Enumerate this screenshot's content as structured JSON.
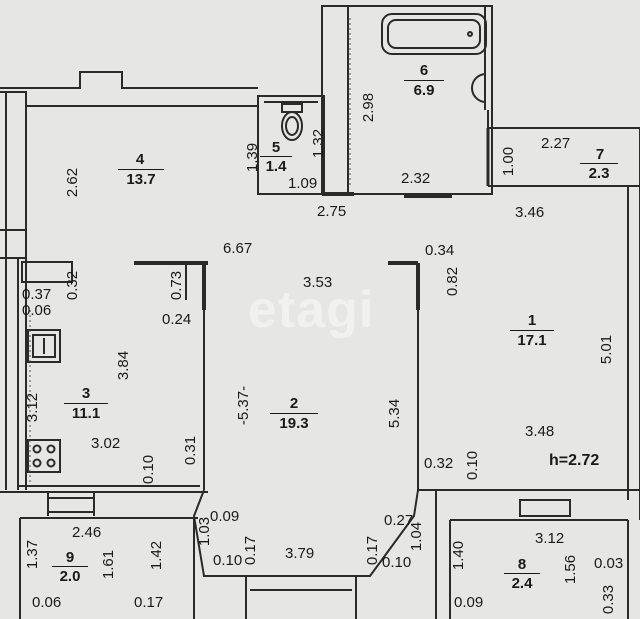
{
  "watermark": "etagi",
  "ceiling_height": "h=2.72",
  "rooms": [
    {
      "number": "1",
      "area": "17.1"
    },
    {
      "number": "2",
      "area": "19.3"
    },
    {
      "number": "3",
      "area": "11.1"
    },
    {
      "number": "4",
      "area": "13.7"
    },
    {
      "number": "5",
      "area": "1.4"
    },
    {
      "number": "6",
      "area": "6.9"
    },
    {
      "number": "7",
      "area": "2.3"
    },
    {
      "number": "8",
      "area": "2.4"
    },
    {
      "number": "9",
      "area": "2.0"
    }
  ],
  "dims": {
    "d298": "2.98",
    "d262": "2.62",
    "d139": "1.39",
    "d132": "1.32",
    "d109": "1.09",
    "d275": "2.75",
    "d232": "2.32",
    "d100": "1.00",
    "d227": "2.27",
    "d346": "3.46",
    "d667": "6.67",
    "d034": "0.34",
    "d082": "0.82",
    "d032a": "0.32",
    "d037": "0.37",
    "d006a": "0.06",
    "d073": "0.73",
    "d353": "3.53",
    "d024": "0.24",
    "d384": "3.84",
    "d537": "-5.37-",
    "d534": "5.34",
    "d501": "5.01",
    "d312a": "3.12",
    "d302": "3.02",
    "d031": "0.31",
    "d010a": "0.10",
    "d348": "3.48",
    "d032b": "0.32",
    "d010b": "0.10",
    "d246": "2.46",
    "d137": "1.37",
    "d161": "1.61",
    "d142": "1.42",
    "d006b": "0.06",
    "d017a": "0.17",
    "d009a": "0.09",
    "d103a": "1.03",
    "d010c": "0.10",
    "d017b": "0.17",
    "d379": "3.79",
    "d017c": "0.17",
    "d027": "0.27",
    "d104": "1.04",
    "d010d": "0.10",
    "d312b": "3.12",
    "d140": "1.40",
    "d156": "1.56",
    "d003": "0.03",
    "d009b": "0.09",
    "d033": "0.33"
  }
}
